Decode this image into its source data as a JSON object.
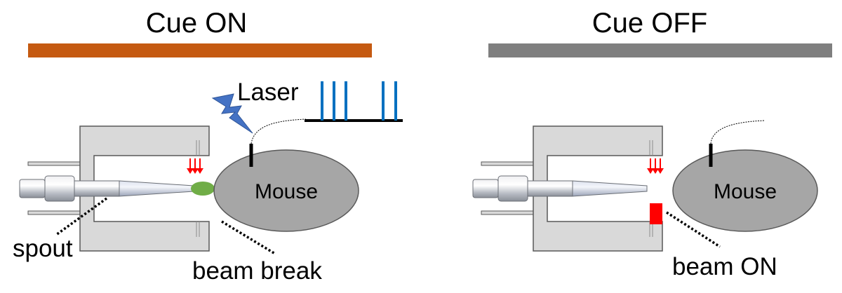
{
  "left_panel": {
    "title": "Cue ON",
    "title_color": "#8B4513",
    "bar_color": "#C55A11",
    "laser_label": "Laser",
    "mouse_label": "Mouse",
    "spout_label": "spout",
    "beam_label": "beam break",
    "laser_pulse_color": "#0070C0",
    "lick_drop_color": "#70AD47",
    "arrow_color": "#FF0000",
    "bolt_color": "#4472C4",
    "pulse_groups": [
      3,
      2
    ]
  },
  "right_panel": {
    "title": "Cue OFF",
    "title_color": "#000000",
    "bar_color": "#7F7F7F",
    "mouse_label": "Mouse",
    "beam_label": "beam ON",
    "beam_color": "#FF0000",
    "arrow_color": "#FF0000"
  },
  "colors": {
    "apparatus_fill": "#D9D9D9",
    "apparatus_stroke": "#595959",
    "mouse_fill": "#A6A6A6",
    "mouse_stroke": "#595959"
  }
}
